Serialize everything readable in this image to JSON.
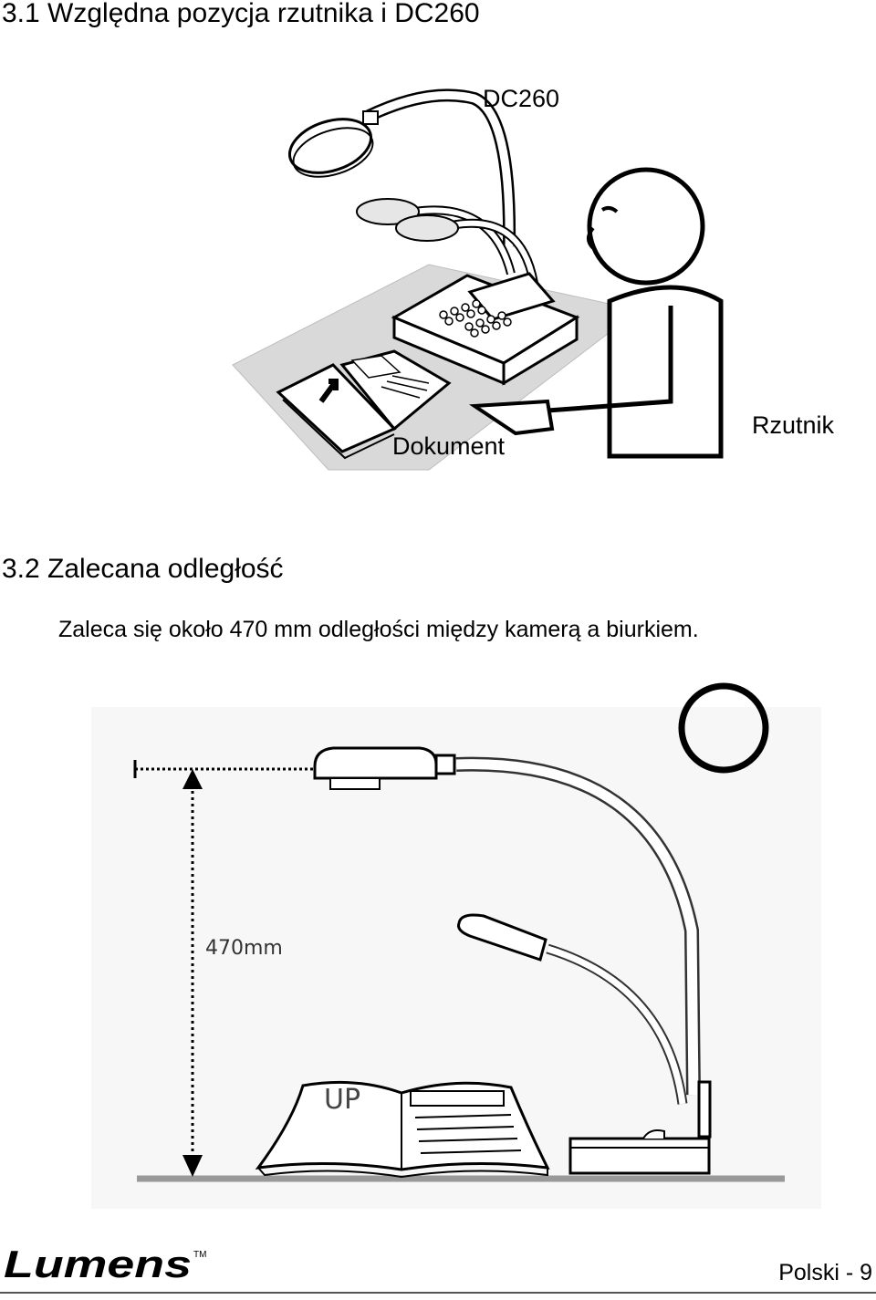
{
  "section1": {
    "heading": "3.1 Względna pozycja rzutnika i DC260",
    "labels": {
      "camera": "DC260",
      "document": "Dokument",
      "projector": "Rzutnik"
    }
  },
  "section2": {
    "heading": "3.2 Zalecana odległość",
    "paragraph": "Zaleca się około 470 mm odległości między kamerą a biurkiem.",
    "diagram": {
      "distance_label": "470mm",
      "book_label": "UP"
    }
  },
  "footer": {
    "logo": "Lumens",
    "trademark": "TM",
    "page": "Polski - 9"
  }
}
